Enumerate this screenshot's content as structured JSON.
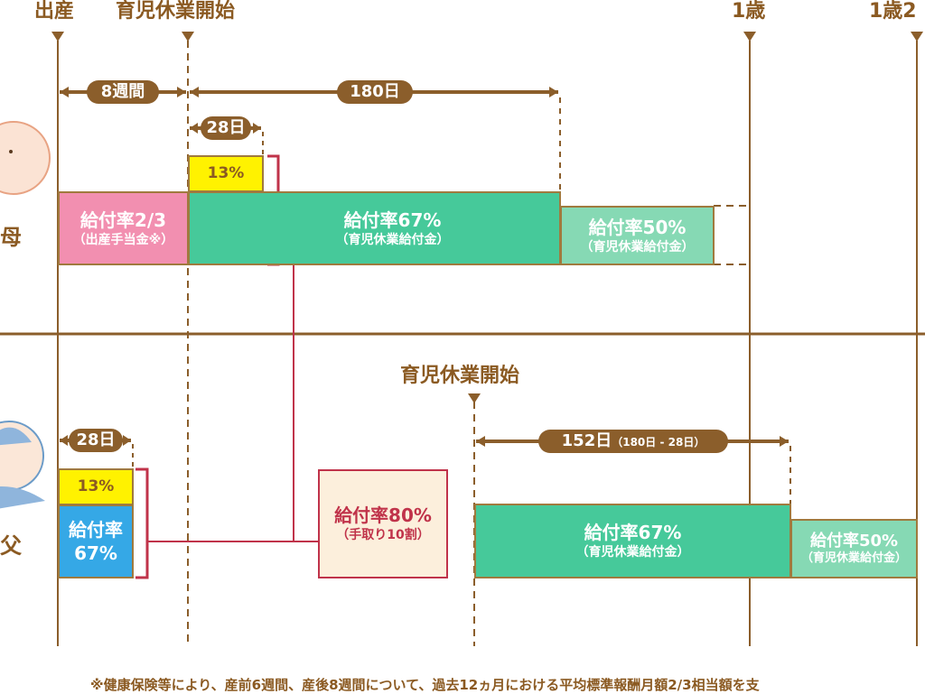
{
  "timeline": {
    "birth": "出産",
    "leave_start": "育児休業開始",
    "age1": "1歳",
    "age1_2": "1歳2"
  },
  "mother": {
    "label": "母",
    "span_8w": "8週間",
    "span_180": "180日",
    "span_28": "28日",
    "bonus": "13%",
    "maternity": {
      "rate": "給付率2/3",
      "sub": "（出産手当金※）"
    },
    "leave67": {
      "rate": "給付率67%",
      "sub": "（育児休業給付金）"
    },
    "leave50": {
      "rate": "給付率50%",
      "sub": "（育児休業給付金）"
    }
  },
  "father": {
    "label": "父",
    "leave_start": "育児休業開始",
    "span_28": "28日",
    "bonus": "13%",
    "rate67_a": "給付率",
    "rate67_b": "67%",
    "span_152": "152日",
    "span_152_note": "（180日 - 28日）",
    "leave67": {
      "rate": "給付率67%",
      "sub": "（育児休業給付金）"
    },
    "leave50": {
      "rate": "給付率50%",
      "sub": "（育児休業給付金）"
    }
  },
  "combined": {
    "rate": "給付率80%",
    "sub": "（手取り10割）"
  },
  "footnote": "※健康保険等により、産前6週間、産後8週間について、過去12ヵ月における平均標準報酬月額2/3相当額を支",
  "colors": {
    "brown": "#8b5e2b",
    "green": "#46c99a",
    "light_green": "#86d9b4",
    "pink": "#f28fb0",
    "yellow": "#fff200",
    "blue": "#35a8e6",
    "red": "#c0334a"
  }
}
